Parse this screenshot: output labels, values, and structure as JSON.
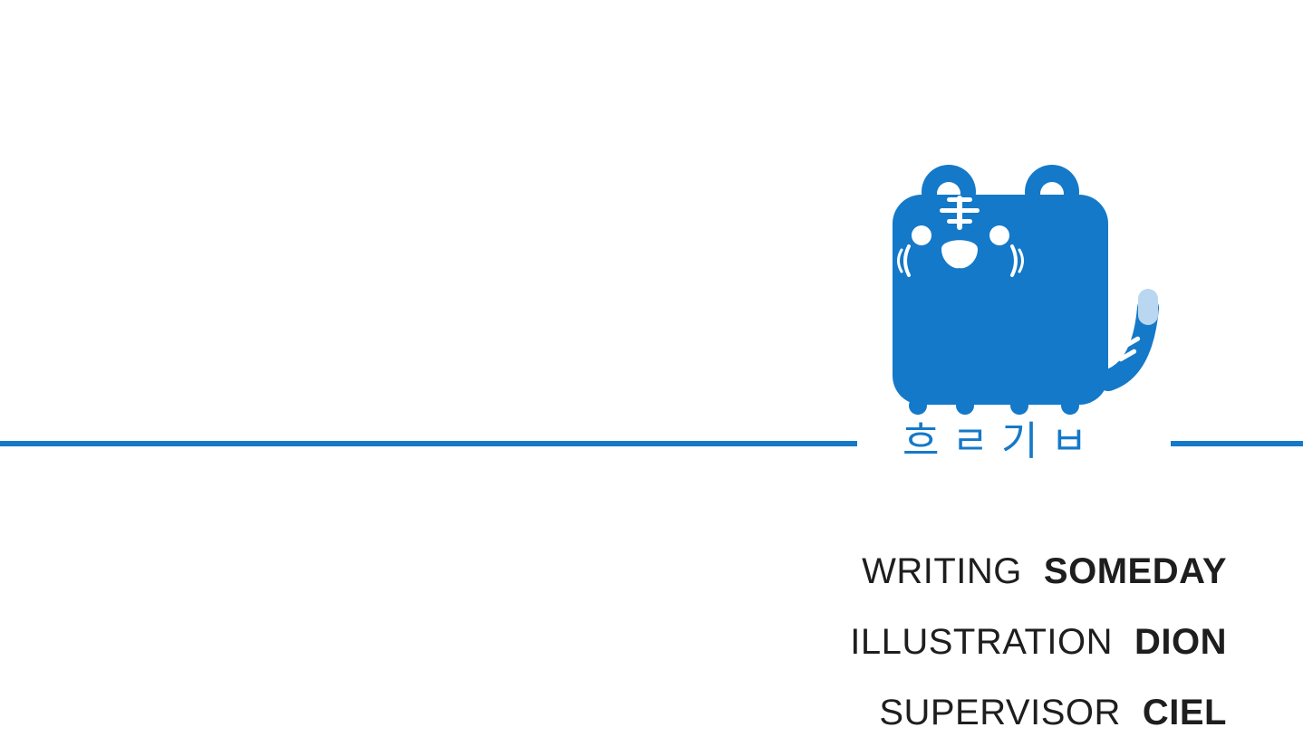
{
  "brand": {
    "accent_color": "#1479c9",
    "wordmark": "흐ㄹ기ㅂ",
    "logo_icon": "blue-square-tiger-icon"
  },
  "credits": [
    {
      "role": "WRITING",
      "name": "SOMEDAY"
    },
    {
      "role": "ILLUSTRATION",
      "name": "DION"
    },
    {
      "role": "SUPERVISOR",
      "name": "CIEL"
    }
  ]
}
